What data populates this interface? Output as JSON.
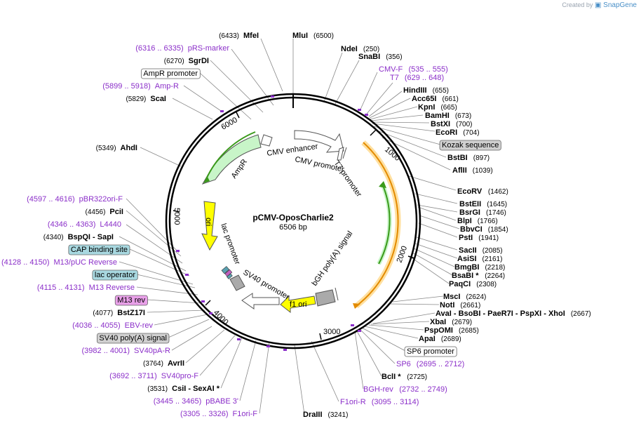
{
  "brand": {
    "prefix": "Created by",
    "name": "SnapGene"
  },
  "plasmid": {
    "name": "pCMV-OposCharlie2",
    "size": "6506 bp"
  },
  "ticks": [
    "1000",
    "2000",
    "3000",
    "4000",
    "5000",
    "6000"
  ],
  "features": {
    "cmv_enhancer": "CMV enhancer",
    "cmv_promoter": "CMV promoter",
    "t7_promoter": "T7 promoter",
    "bgh": "bGH poly(A) signal",
    "f1ori": "f1 ori",
    "sv40": "SV40 promoter",
    "lac": "lac promoter",
    "ori": "ori",
    "ampr": "AmpR"
  },
  "left_labels": [
    {
      "pos": "(6433)",
      "name": "MfeI",
      "type": "enzyme"
    },
    {
      "pos": "(6316 .. 6335)",
      "name": "pRS-marker",
      "type": "primer"
    },
    {
      "pos": "(6270)",
      "name": "SgrDI",
      "type": "enzyme"
    },
    {
      "pos": "",
      "name": "AmpR promoter",
      "type": "boxed"
    },
    {
      "pos": "(5899 .. 5918)",
      "name": "Amp-R",
      "type": "primer"
    },
    {
      "pos": "(5829)",
      "name": "ScaI",
      "type": "enzyme"
    },
    {
      "pos": "(5349)",
      "name": "AhdI",
      "type": "enzyme"
    },
    {
      "pos": "(4597 .. 4616)",
      "name": "pBR322ori-F",
      "type": "primer"
    },
    {
      "pos": "(4456)",
      "name": "PciI",
      "type": "enzyme"
    },
    {
      "pos": "(4346 .. 4363)",
      "name": "L4440",
      "type": "primer"
    },
    {
      "pos": "(4340)",
      "name": "BspQI - SapI",
      "type": "enzyme"
    },
    {
      "pos": "",
      "name": "CAP binding site",
      "type": "boxed-teal"
    },
    {
      "pos": "(4128 .. 4150)",
      "name": "M13/pUC Reverse",
      "type": "primer"
    },
    {
      "pos": "",
      "name": "lac operator",
      "type": "boxed-teal"
    },
    {
      "pos": "(4115 .. 4131)",
      "name": "M13 Reverse",
      "type": "primer"
    },
    {
      "pos": "",
      "name": "M13 rev",
      "type": "boxed-pink"
    },
    {
      "pos": "(4077)",
      "name": "BstZ17I",
      "type": "enzyme"
    },
    {
      "pos": "(4036 .. 4055)",
      "name": "EBV-rev",
      "type": "primer"
    },
    {
      "pos": "",
      "name": "SV40 poly(A) signal",
      "type": "boxed-gray"
    },
    {
      "pos": "(3982 .. 4001)",
      "name": "SV40pA-R",
      "type": "primer"
    },
    {
      "pos": "(3764)",
      "name": "AvrII",
      "type": "enzyme"
    },
    {
      "pos": "(3692 .. 3711)",
      "name": "SV40pro-F",
      "type": "primer"
    },
    {
      "pos": "(3531)",
      "name": "CsiI - SexAI *",
      "type": "enzyme"
    },
    {
      "pos": "(3445 .. 3465)",
      "name": "pBABE 3'",
      "type": "primer"
    },
    {
      "pos": "(3305 .. 3326)",
      "name": "F1ori-F",
      "type": "primer"
    }
  ],
  "right_labels": [
    {
      "name": "MluI",
      "pos": "(6500)",
      "type": "enzyme"
    },
    {
      "name": "NdeI",
      "pos": "(250)",
      "type": "enzyme"
    },
    {
      "name": "SnaBI",
      "pos": "(356)",
      "type": "enzyme"
    },
    {
      "name": "CMV-F",
      "pos": "(535 .. 555)",
      "type": "primer"
    },
    {
      "name": "T7",
      "pos": "(629 .. 648)",
      "type": "primer"
    },
    {
      "name": "HindIII",
      "pos": "(655)",
      "type": "enzyme"
    },
    {
      "name": "Acc65I",
      "pos": "(661)",
      "type": "enzyme"
    },
    {
      "name": "KpnI",
      "pos": "(665)",
      "type": "enzyme"
    },
    {
      "name": "BamHI",
      "pos": "(673)",
      "type": "enzyme"
    },
    {
      "name": "BstXI",
      "pos": "(700)",
      "type": "enzyme"
    },
    {
      "name": "EcoRI",
      "pos": "(704)",
      "type": "enzyme"
    },
    {
      "name": "Kozak sequence",
      "pos": "",
      "type": "boxed-gray"
    },
    {
      "name": "BstBI",
      "pos": "(897)",
      "type": "enzyme"
    },
    {
      "name": "AflII",
      "pos": "(1039)",
      "type": "enzyme"
    },
    {
      "name": "EcoRV",
      "pos": "(1462)",
      "type": "enzyme"
    },
    {
      "name": "BstEII",
      "pos": "(1645)",
      "type": "enzyme"
    },
    {
      "name": "BsrGI",
      "pos": "(1746)",
      "type": "enzyme"
    },
    {
      "name": "BlpI",
      "pos": "(1766)",
      "type": "enzyme"
    },
    {
      "name": "BbvCI",
      "pos": "(1854)",
      "type": "enzyme"
    },
    {
      "name": "PstI",
      "pos": "(1941)",
      "type": "enzyme"
    },
    {
      "name": "SacII",
      "pos": "(2085)",
      "type": "enzyme"
    },
    {
      "name": "AsiSI",
      "pos": "(2161)",
      "type": "enzyme"
    },
    {
      "name": "BmgBI",
      "pos": "(2218)",
      "type": "enzyme"
    },
    {
      "name": "BsaBI *",
      "pos": "(2264)",
      "type": "enzyme"
    },
    {
      "name": "PaqCI",
      "pos": "(2308)",
      "type": "enzyme"
    },
    {
      "name": "MscI",
      "pos": "(2624)",
      "type": "enzyme"
    },
    {
      "name": "NotI",
      "pos": "(2661)",
      "type": "enzyme"
    },
    {
      "name": "AvaI - BsoBI - PaeR7I - PspXI - XhoI",
      "pos": "(2667)",
      "type": "enzyme"
    },
    {
      "name": "XbaI",
      "pos": "(2679)",
      "type": "enzyme"
    },
    {
      "name": "PspOMI",
      "pos": "(2685)",
      "type": "enzyme"
    },
    {
      "name": "ApaI",
      "pos": "(2689)",
      "type": "enzyme"
    },
    {
      "name": "SP6 promoter",
      "pos": "",
      "type": "boxed"
    },
    {
      "name": "SP6",
      "pos": "(2695 .. 2712)",
      "type": "primer"
    },
    {
      "name": "BclI *",
      "pos": "(2725)",
      "type": "enzyme"
    },
    {
      "name": "BGH-rev",
      "pos": "(2732 .. 2749)",
      "type": "primer"
    },
    {
      "name": "F1ori-R",
      "pos": "(3095 .. 3114)",
      "type": "primer"
    },
    {
      "name": "DraIII",
      "pos": "(3241)",
      "type": "enzyme"
    }
  ]
}
